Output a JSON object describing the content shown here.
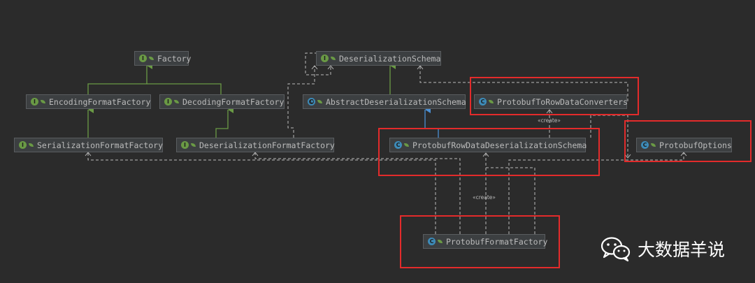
{
  "nodes": {
    "factory": {
      "label": "Factory",
      "kind": "interface"
    },
    "encoding_format_factory": {
      "label": "EncodingFormatFactory",
      "kind": "interface"
    },
    "decoding_format_factory": {
      "label": "DecodingFormatFactory",
      "kind": "interface"
    },
    "serialization_format_factory": {
      "label": "SerializationFormatFactory",
      "kind": "interface"
    },
    "deserialization_format_factory": {
      "label": "DeserializationFormatFactory",
      "kind": "interface"
    },
    "deserialization_schema": {
      "label": "DeserializationSchema",
      "kind": "interface"
    },
    "abstract_deserialization_schema": {
      "label": "AbstractDeserializationSchema",
      "kind": "abstract-class"
    },
    "protobuf_to_row_data_converters": {
      "label": "ProtobufToRowDataConverters",
      "kind": "class"
    },
    "protobuf_row_data_deserialization_schema": {
      "label": "ProtobufRowDataDeserializationSchema",
      "kind": "class"
    },
    "protobuf_options": {
      "label": "ProtobufOptions",
      "kind": "class"
    },
    "protobuf_format_factory": {
      "label": "ProtobufFormatFactory",
      "kind": "class"
    }
  },
  "edge_labels": {
    "create_top": "«create»",
    "create_bottom": "«create»"
  },
  "watermark": {
    "text": "大数据羊说",
    "icon": "wechat-icon"
  },
  "colors": {
    "interface_badge": "#6a9a45",
    "class_badge": "#3d8bb8",
    "extends_line": "#6a9a45",
    "class_extends_line": "#4a8fd4",
    "dependency_line": "#bbbbbb",
    "highlight": "#e32b2b"
  }
}
